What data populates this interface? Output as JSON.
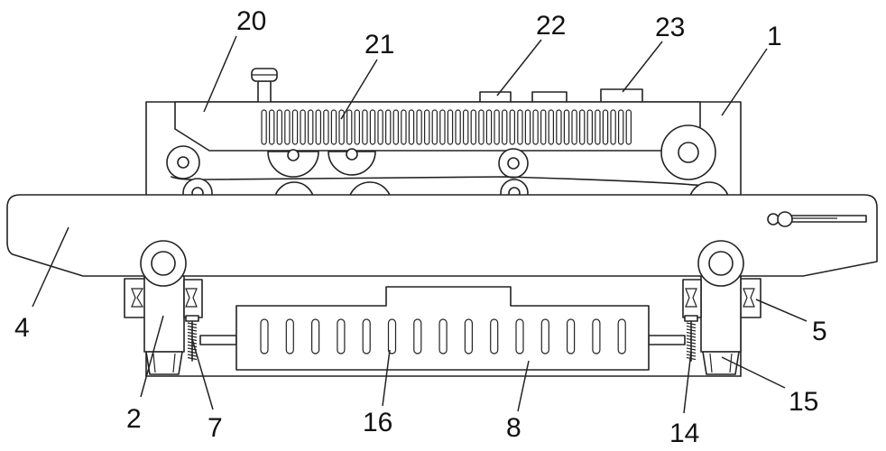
{
  "labels": {
    "l1": "1",
    "l2": "2",
    "l4": "4",
    "l5": "5",
    "l7": "7",
    "l8": "8",
    "l14": "14",
    "l15": "15",
    "l16": "16",
    "l20": "20",
    "l21": "21",
    "l22": "22",
    "l23": "23"
  }
}
